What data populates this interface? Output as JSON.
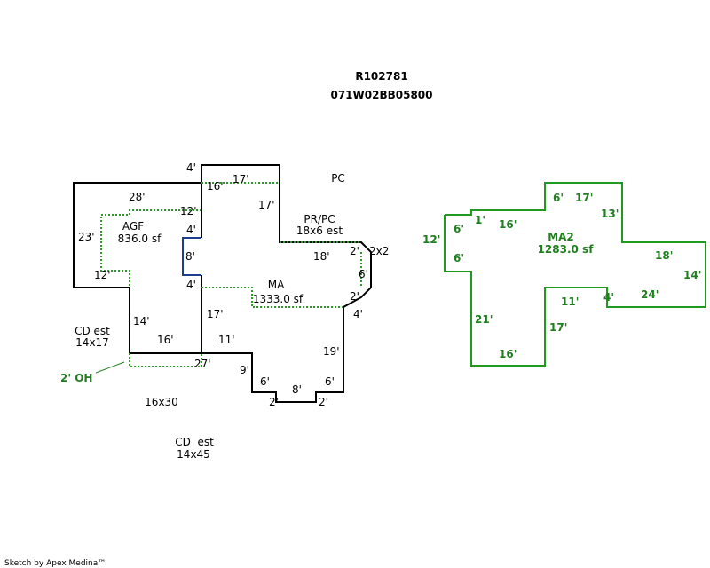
{
  "header": {
    "account": "R102781",
    "parcel": "071W02BB05800"
  },
  "footer": {
    "credit": "Sketch by Apex Medina™"
  },
  "colors": {
    "building_outline": "#000000",
    "dotted_outline": "#2e9a2e",
    "ma2_outline": "#1f9a1f",
    "blue_segment": "#1a3f8f",
    "green_text": "#1f7f1f"
  },
  "areas": {
    "ma": {
      "name": "MA",
      "size": "1333.0 sf"
    },
    "agf": {
      "name": "AGF",
      "size": "836.0 sf"
    },
    "pr_pc": {
      "name": "PR/PC",
      "size": "18x6 est"
    },
    "pc": {
      "name": "PC"
    },
    "ma2": {
      "name": "MA2",
      "size": "1283.0 sf"
    },
    "cd1": {
      "name": "CD est",
      "size": "14x17"
    },
    "cd2": {
      "name": "CD  est",
      "size": "14x45"
    },
    "oh": {
      "name": "2' OH"
    },
    "slab": {
      "name": "16x30"
    }
  },
  "dims": {
    "d4a": "4'",
    "d17a": "17'",
    "d16": "16'",
    "d17b": "17'",
    "d28": "28'",
    "d12a": "12'",
    "d4b": "4'",
    "d23": "23'",
    "d8a": "8'",
    "d12b": "12'",
    "d4c": "4'",
    "d18": "18'",
    "d2a": "2'",
    "d2x2": "2x2",
    "d6a": "6'",
    "d2b": "2'",
    "d4d": "4'",
    "d14": "14'",
    "d17c": "17'",
    "d16b": "16'",
    "d11": "11'",
    "d27": "27'",
    "d19": "19'",
    "d9": "9'",
    "d6b": "6'",
    "d8b": "8'",
    "d6c": "6'",
    "d2c": "2'",
    "d2d": "2'"
  },
  "ma2_dims": {
    "m6a": "6'",
    "m17a": "17'",
    "m13": "13'",
    "m1": "1'",
    "m16a": "16'",
    "m6b": "6'",
    "m12": "12'",
    "m6c": "6'",
    "m18": "18'",
    "m14": "14'",
    "m24": "24'",
    "m4": "4'",
    "m11": "11'",
    "m21": "21'",
    "m17b": "17'",
    "m16b": "16'"
  }
}
